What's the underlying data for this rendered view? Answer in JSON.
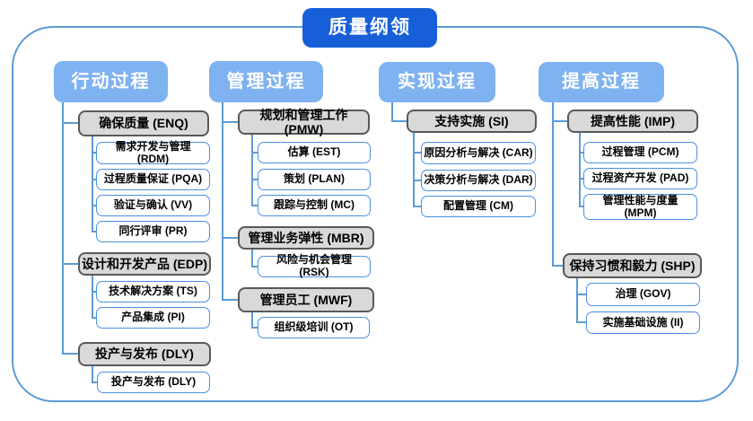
{
  "title": "质量纲领",
  "columns": [
    {
      "header": "行动过程",
      "groups": [
        {
          "label": "确保质量 (ENQ)",
          "children": [
            "需求开发与管理 (RDM)",
            "过程质量保证 (PQA)",
            "验证与确认 (VV)",
            "同行评审 (PR)"
          ]
        },
        {
          "label": "设计和开发产品 (EDP)",
          "children": [
            "技术解决方案 (TS)",
            "产品集成 (PI)"
          ]
        },
        {
          "label": "投产与发布 (DLY)",
          "children": [
            "投产与发布 (DLY)"
          ]
        }
      ]
    },
    {
      "header": "管理过程",
      "groups": [
        {
          "label": "规划和管理工作 (PMW)",
          "children": [
            "估算 (EST)",
            "策划 (PLAN)",
            "跟踪与控制 (MC)"
          ]
        },
        {
          "label": "管理业务弹性 (MBR)",
          "children": [
            "风险与机会管理 (RSK)"
          ]
        },
        {
          "label": "管理员工 (MWF)",
          "children": [
            "组织级培训 (OT)"
          ]
        }
      ]
    },
    {
      "header": "实现过程",
      "groups": [
        {
          "label": "支持实施 (SI)",
          "children": [
            "原因分析与解决 (CAR)",
            "决策分析与解决 (DAR)",
            "配置管理 (CM)"
          ]
        }
      ]
    },
    {
      "header": "提高过程",
      "groups": [
        {
          "label": "提高性能 (IMP)",
          "children": [
            "过程管理 (PCM)",
            "过程资产开发 (PAD)",
            "管理性能与度量 (MPM)"
          ]
        },
        {
          "label": "保持习惯和毅力 (SHP)",
          "children": [
            "治理 (GOV)",
            "实施基础设施 (II)"
          ]
        }
      ]
    }
  ],
  "colors": {
    "root-bg": "#175fd9",
    "header-bg": "#7fb2f0",
    "group-bg": "#d9d9d9",
    "group-border": "#595959",
    "leaf-border": "#4a90e2",
    "line": "#5b9bd5",
    "frame-border": "#5b9bd5"
  }
}
